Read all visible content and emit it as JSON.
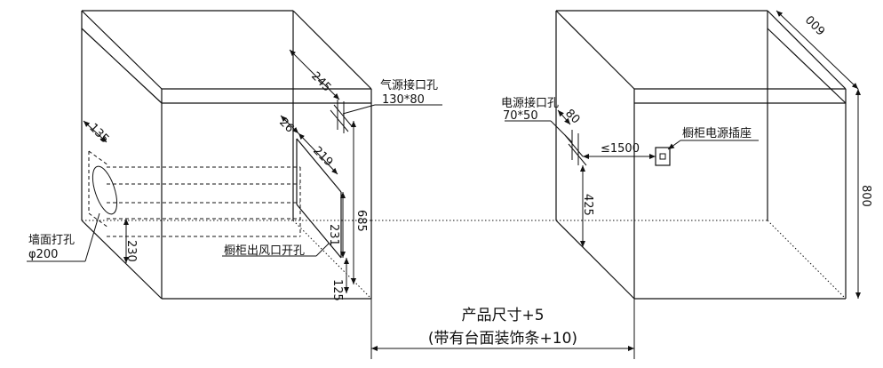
{
  "labels": {
    "gas_inlet": "气源接口孔",
    "gas_inlet_size": "130*80",
    "power_inlet": "电源接口孔",
    "power_inlet_size": "70*50",
    "cabinet_socket": "橱柜电源插座",
    "wall_hole": "墙面打孔",
    "wall_hole_size": "φ200",
    "cabinet_vent": "橱柜出风口开孔",
    "product_size": "产品尺寸+5",
    "with_trim": "(带有台面装饰条+10)"
  },
  "dims": {
    "d135": "135",
    "d245": "245",
    "d26": "26",
    "d219": "219",
    "d685": "685",
    "d231": "231",
    "d125": "125",
    "d230": "230",
    "d80": "80",
    "d1500": "≤1500",
    "d425": "425",
    "d600": "600",
    "d800": "800"
  }
}
